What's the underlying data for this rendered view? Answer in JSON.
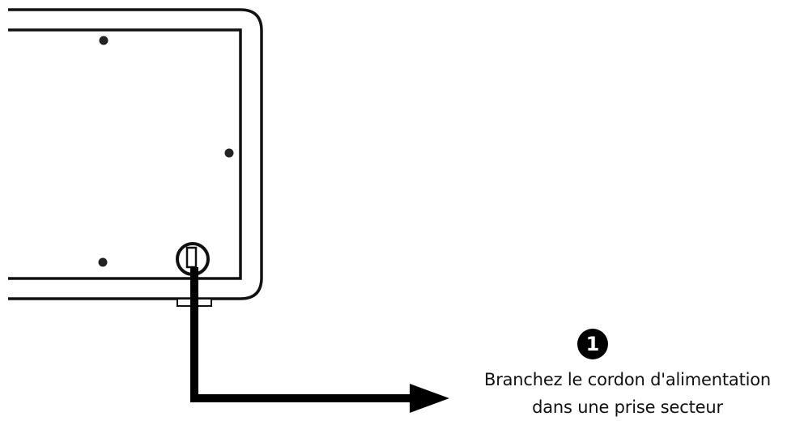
{
  "step": {
    "number": "1"
  },
  "instruction": {
    "line1": "Branchez le cordon d'alimentation",
    "line2": "dans une prise secteur"
  },
  "colors": {
    "stroke": "#000000",
    "background": "#ffffff"
  },
  "icons": {
    "device": "device-back-panel",
    "port": "power-port-icon",
    "arrow": "arrow-right-icon"
  }
}
